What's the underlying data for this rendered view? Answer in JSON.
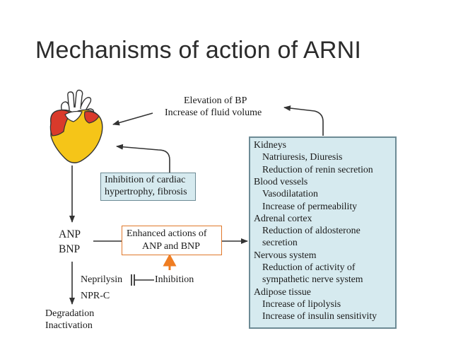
{
  "title": "Mechanisms of action of ARNI",
  "top_effect": {
    "line1": "Elevation of BP",
    "line2": "Increase of fluid volume"
  },
  "inhibition_box": {
    "line1": "Inhibition of cardiac",
    "line2": "hypertrophy, fibrosis"
  },
  "enhanced_box": {
    "line1": "Enhanced actions of",
    "line2": "ANP and BNP"
  },
  "peptides": {
    "anp": "ANP",
    "bnp": "BNP"
  },
  "neprilysin": "Neprilysin",
  "inhibition": "Inhibition",
  "nprc": "NPR-C",
  "degradation": {
    "line1": "Degradation",
    "line2": "Inactivation"
  },
  "organ_effects": [
    {
      "text": "Kidneys",
      "indent": false
    },
    {
      "text": "Natriuresis, Diuresis",
      "indent": true
    },
    {
      "text": "Reduction of renin secretion",
      "indent": true
    },
    {
      "text": "Blood vessels",
      "indent": false
    },
    {
      "text": "Vasodilatation",
      "indent": true
    },
    {
      "text": "Increase of permeability",
      "indent": true
    },
    {
      "text": "Adrenal cortex",
      "indent": false
    },
    {
      "text": "Reduction of aldosterone",
      "indent": true
    },
    {
      "text": "secretion",
      "indent": true
    },
    {
      "text": "Nervous system",
      "indent": false
    },
    {
      "text": "Reduction of activity of",
      "indent": true
    },
    {
      "text": "sympathetic nerve system",
      "indent": true
    },
    {
      "text": "Adipose tissue",
      "indent": false
    },
    {
      "text": "Increase of lipolysis",
      "indent": true
    },
    {
      "text": "Increase of insulin sensitivity",
      "indent": true
    }
  ],
  "colors": {
    "heart_yellow": "#f5c518",
    "heart_red": "#d93a2b",
    "box_blue": "#d6eaef",
    "box_orange_border": "#e0782a",
    "arrow_orange": "#ef7d22",
    "arrow_dark": "#333333"
  }
}
